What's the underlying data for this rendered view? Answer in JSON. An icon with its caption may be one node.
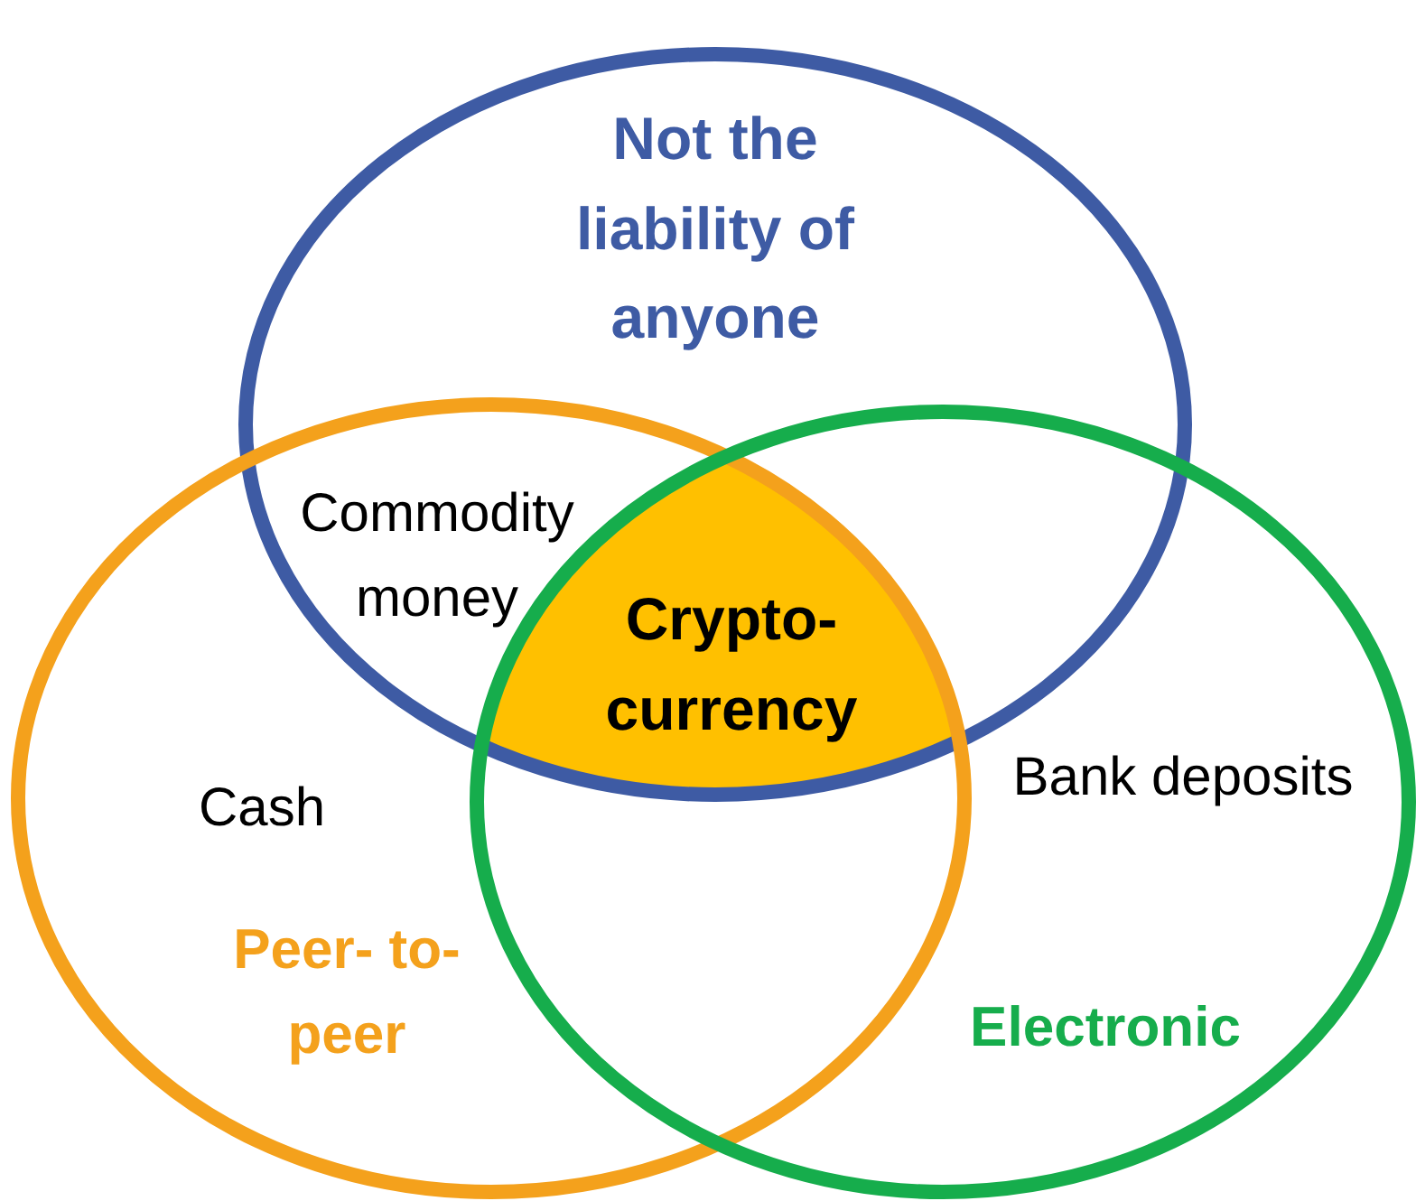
{
  "diagram": {
    "nodes": [
      {
        "text": [
          "Not the liability of anyone"
        ]
      },
      {
        "text": [
          "Peer- to-peer"
        ]
      },
      {
        "text": [
          "Electronic"
        ]
      },
      {
        "text": [
          "Crypto- currency"
        ]
      }
    ],
    "labels": [
      "Commodity money",
      "Cash",
      "Bank deposits"
    ]
  }
}
